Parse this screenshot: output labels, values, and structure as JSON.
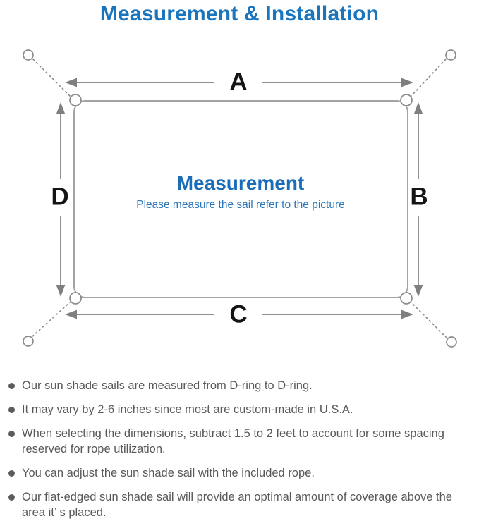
{
  "title": "Measurement & Installation",
  "diagram": {
    "heading": "Measurement",
    "subheading": "Please measure the sail refer to the picture",
    "labels": {
      "top": "A",
      "right": "B",
      "bottom": "C",
      "left": "D"
    },
    "icons": {
      "anchor_ring": "anchor-ring-icon",
      "d_ring": "d-ring-icon",
      "tether": "dashed-tether-line",
      "arrow": "dimension-arrow"
    }
  },
  "notes": [
    "Our sun shade sails are measured from D-ring to D-ring.",
    "It may vary by 2-6 inches since most are custom-made in U.S.A.",
    "When selecting the dimensions, subtract 1.5 to 2 feet to account for some spacing reserved for rope utilization.",
    "You can adjust the sun shade sail with the included rope.",
    "Our flat-edged sun shade sail will provide an optimal amount of coverage above the area it’ s placed."
  ],
  "colors": {
    "title_blue": "#1b75bc",
    "diagram_heading_blue": "#1a6db6",
    "subheading_blue": "#2a76b8",
    "arrow_gray": "#7f7f7f",
    "sail_outline_gray": "#a3a3a3",
    "note_text_gray": "#595959",
    "dimension_label_black": "#141414"
  }
}
